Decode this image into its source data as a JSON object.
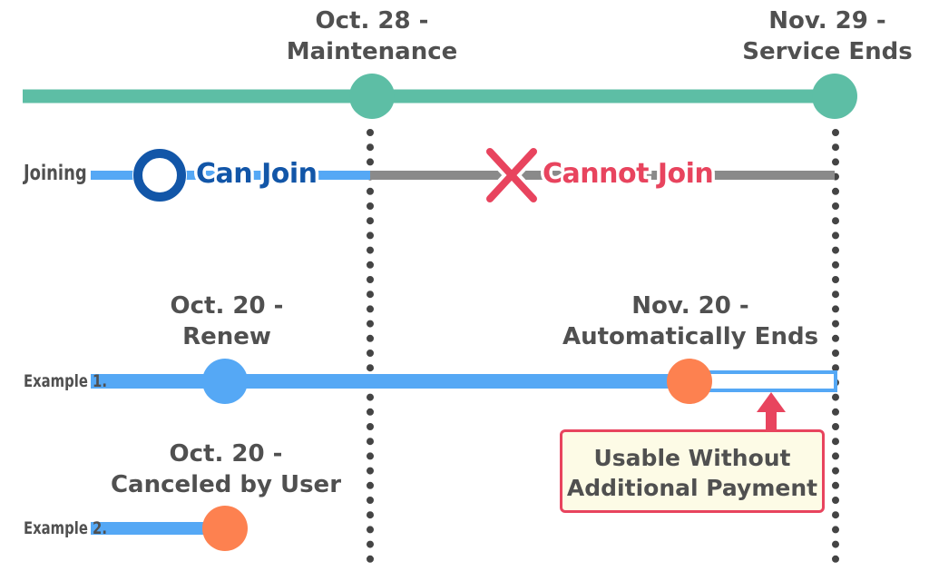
{
  "milestones": {
    "maintenance": {
      "date": "Oct. 28 -",
      "label": "Maintenance"
    },
    "service_end": {
      "date": "Nov. 29 -",
      "label": "Service Ends"
    }
  },
  "joining": {
    "row_label": "Joining",
    "can_join": "Can Join",
    "cannot_join": "Cannot Join"
  },
  "example1": {
    "row_label": "Example 1.",
    "renew_date": "Oct. 20 -",
    "renew_label": "Renew",
    "end_date": "Nov. 20 -",
    "end_label": "Automatically Ends",
    "callout_line1": "Usable Without",
    "callout_line2": "Additional Payment"
  },
  "example2": {
    "row_label": "Example 2.",
    "cancel_date": "Oct. 20 -",
    "cancel_label": "Canceled by User"
  },
  "colors": {
    "timeline": "#5dbea5",
    "blue": "#55a8f5",
    "gray": "#8a8a8a",
    "orange": "#fd8150",
    "red": "#e8445e",
    "navy": "#1256a8",
    "text": "#505050"
  },
  "icons": [
    "circle-ok-icon",
    "cross-icon",
    "up-arrow-icon"
  ]
}
